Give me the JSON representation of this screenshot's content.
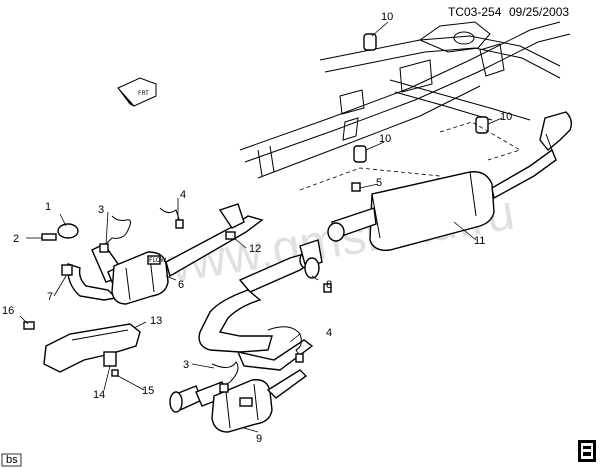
{
  "header": {
    "code": "TC03-254",
    "date": "09/25/2003"
  },
  "watermark": "www.gmsklad.ru",
  "footer": {
    "badge": "bs"
  },
  "fwd_label": "FRT",
  "converter_tag": "FLOW",
  "callouts": [
    {
      "num": "1"
    },
    {
      "num": "2"
    },
    {
      "num": "3"
    },
    {
      "num": "4"
    },
    {
      "num": "5"
    },
    {
      "num": "6"
    },
    {
      "num": "7"
    },
    {
      "num": "8"
    },
    {
      "num": "9"
    },
    {
      "num": "10"
    },
    {
      "num": "10"
    },
    {
      "num": "10"
    },
    {
      "num": "11"
    },
    {
      "num": "12"
    },
    {
      "num": "13"
    },
    {
      "num": "14"
    },
    {
      "num": "15"
    },
    {
      "num": "16"
    },
    {
      "num": "3"
    },
    {
      "num": "4"
    }
  ]
}
